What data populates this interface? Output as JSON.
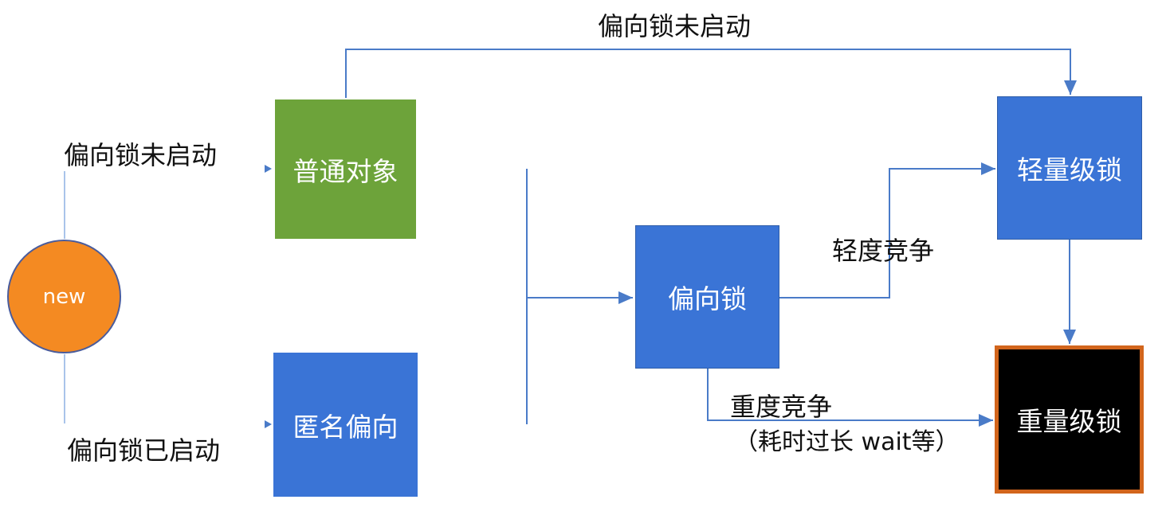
{
  "colors": {
    "new": "#F48A22",
    "new_border": "#4A5C9C",
    "normal_object": "#6DA33A",
    "blue_box": "#3A74D6",
    "heavy_box": "#000000",
    "heavy_border": "#D2651C",
    "line": "#4A7BC8",
    "connector_light": "#A9C4EA"
  },
  "nodes": {
    "new": "new",
    "normal_object": "普通对象",
    "anonymous_biased": "匿名偏向",
    "biased_lock": "偏向锁",
    "lightweight_lock": "轻量级锁",
    "heavyweight_lock": "重量级锁"
  },
  "edges": {
    "top_biased_not_enabled": "偏向锁未启动",
    "left_biased_not_enabled": "偏向锁未启动",
    "left_biased_enabled": "偏向锁已启动",
    "light_contention": "轻度竞争",
    "heavy_contention": "重度竞争",
    "heavy_contention_note": "（耗时过长 wait等）"
  }
}
